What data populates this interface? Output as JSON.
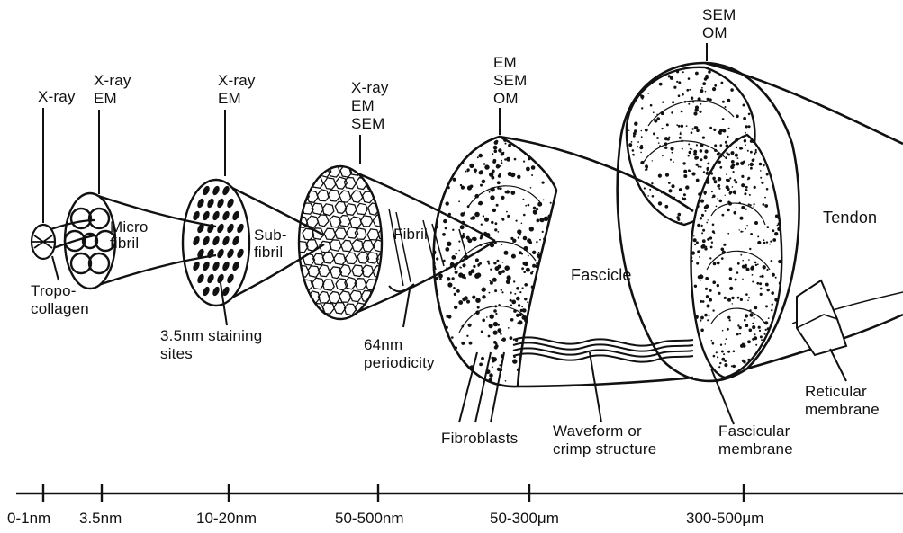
{
  "techniques": {
    "tropocollagen": [
      "X-ray"
    ],
    "microfibril": [
      "X-ray",
      "EM"
    ],
    "subfibril": [
      "X-ray",
      "EM"
    ],
    "fibril": [
      "X-ray",
      "EM",
      "SEM"
    ],
    "fascicle": [
      "EM",
      "SEM",
      "OM"
    ],
    "tendon": [
      "SEM",
      "OM"
    ]
  },
  "structures": {
    "tropocollagen": "Tropo-\ncollagen",
    "microfibril": "Micro\nfibril",
    "subfibril": "Sub-\nfibril",
    "fibril": "Fibril",
    "fascicle": "Fascicle",
    "tendon": "Tendon"
  },
  "annotations": {
    "staining_sites": "3.5nm staining\nsites",
    "periodicity": "64nm\nperiodicity",
    "fibroblasts": "Fibroblasts",
    "waveform": "Waveform or\ncrimp structure",
    "fascicular_membrane": "Fascicular\nmembrane",
    "reticular_membrane": "Reticular\nmembrane"
  },
  "scale": [
    "0-1nm",
    "3.5nm",
    "10-20nm",
    "50-500nm",
    "50-300μm",
    "300-500μm"
  ],
  "colors": {
    "ink": "#111111",
    "background": "#ffffff"
  }
}
